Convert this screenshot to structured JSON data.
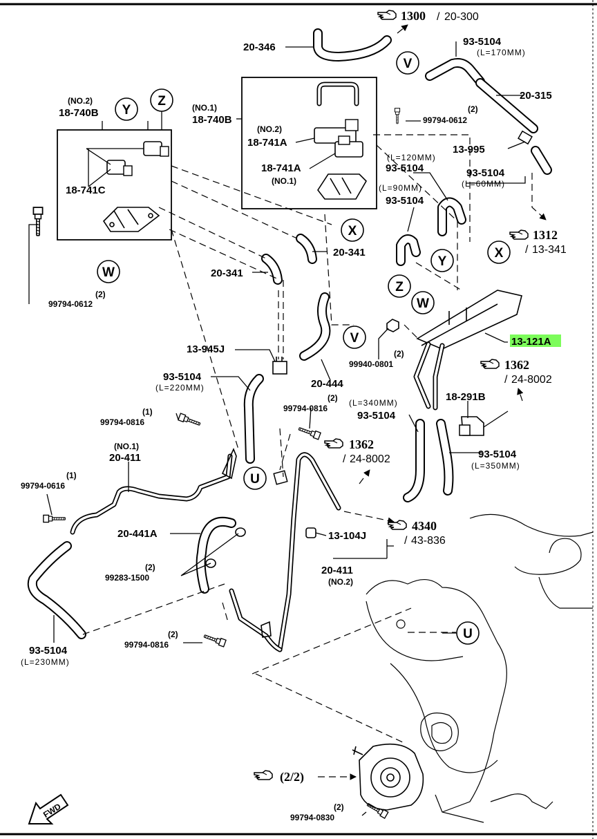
{
  "refs": {
    "r1300": {
      "main": "1300",
      "sub": "20-300"
    },
    "r1312": {
      "main": "1312",
      "sub": "13-341"
    },
    "r1362a": {
      "main": "1362",
      "sub": "24-8002"
    },
    "r1362b": {
      "main": "1362",
      "sub": "24-8002"
    },
    "r4340": {
      "main": "4340",
      "sub": "43-836"
    },
    "r22": {
      "main": "(2/2)"
    }
  },
  "circles": [
    "V",
    "Y",
    "Z",
    "X",
    "W",
    "Y",
    "Z",
    "W",
    "X",
    "V",
    "U",
    "U"
  ],
  "labels": {
    "p20_346": "20-346",
    "p93_5104_top": "93-5104",
    "len170": "(L=170MM)",
    "p20_315": "20-315",
    "no2_a": "(NO.2)",
    "p18_740B_a": "18-740B",
    "no1_a": "(NO.1)",
    "p18_740B_b": "18-740B",
    "qty2_a": "(2)",
    "p99794_0612_a": "99794-0612",
    "no2_b": "(NO.2)",
    "p18_741A_a": "18-741A",
    "p13_995": "13-995",
    "len120": "(L=120MM)",
    "p93_5104_b": "93-5104",
    "p93_5104_c": "93-5104",
    "len60": "(L=60MM)",
    "p18_741A_b": "18-741A",
    "no1_b": "(NO.1)",
    "p18_741C": "18-741C",
    "len90": "(L=90MM)",
    "p93_5104_d": "93-5104",
    "p20_341_a": "20-341",
    "p20_341_b": "20-341",
    "qty2_b": "(2)",
    "p99794_0612_b": "99794-0612",
    "p13_121A": "13-121A",
    "p13_945J": "13-945J",
    "qty2_c": "(2)",
    "p99940_0801": "99940-0801",
    "p20_444": "20-444",
    "p93_5104_e": "93-5104",
    "len220": "(L=220MM)",
    "p18_291B": "18-291B",
    "qty2_d": "(2)",
    "p99794_0816_a": "99794-0816",
    "len340": "(L=340MM)",
    "p93_5104_f": "93-5104",
    "qty1_a": "(1)",
    "p99794_0816_b": "99794-0816",
    "no1_c": "(NO.1)",
    "p20_411_a": "20-411",
    "p93_5104_g": "93-5104",
    "len350": "(L=350MM)",
    "qty1_b": "(1)",
    "p99794_0616": "99794-0616",
    "p20_441A": "20-441A",
    "p13_104J": "13-104J",
    "qty2_e": "(2)",
    "p99283_1500": "99283-1500",
    "p20_411_b": "20-411",
    "no2_c": "(NO.2)",
    "qty2_f": "(2)",
    "p99794_0816_c": "99794-0816",
    "p93_5104_h": "93-5104",
    "len230": "(L=230MM)",
    "qty2_g": "(2)",
    "p99794_0830": "99794-0830",
    "fwd": "FWD"
  },
  "colors": {
    "highlight": "#7CFC5A",
    "ink": "#000000"
  }
}
